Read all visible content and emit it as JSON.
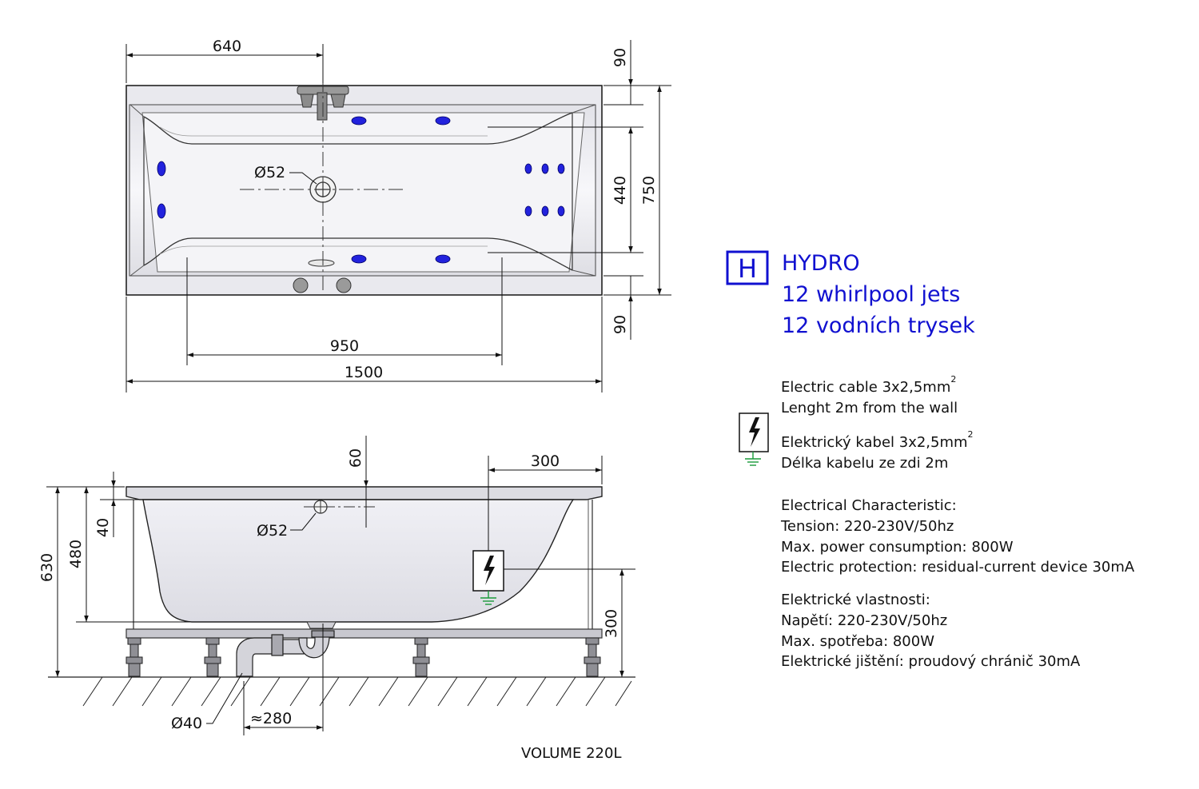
{
  "top_view": {
    "dim_640": "640",
    "dim_90_top": "90",
    "dim_440": "440",
    "dim_750": "750",
    "dim_90_bottom": "90",
    "dim_950": "950",
    "dim_1500": "1500",
    "drain_label": "Ø52"
  },
  "side_view": {
    "dim_60": "60",
    "dim_300_top": "300",
    "dim_40": "40",
    "dim_480": "480",
    "dim_630": "630",
    "dim_300_right": "300",
    "overflow_label": "Ø52",
    "pipe_label": "Ø40",
    "drain_offset_label": "≈280",
    "volume_label": "VOLUME 220L"
  },
  "hydro": {
    "badge": "H",
    "line1": "HYDRO",
    "line2": "12 whirlpool jets",
    "line3": "12 vodních trysek",
    "color": "#1010d0"
  },
  "jets_color": "#2222dd",
  "electric": {
    "cable_en": "Electric cable 3x2,5mm",
    "cable_en_sup": "2",
    "length_en": "Lenght 2m from the wall",
    "cable_cz": "Elektrický kabel 3x2,5mm",
    "cable_cz_sup": "2",
    "length_cz": "Délka kabelu ze zdi 2m"
  },
  "characteristics_en": {
    "heading": "Electrical Characteristic:",
    "tension": "Tension: 220-230V/50hz",
    "power": "Max. power consumption: 800W",
    "protection": "Electric protection: residual-current device 30mA"
  },
  "characteristics_cz": {
    "heading": "Elektrické vlastnosti:",
    "tension": "Napětí: 220-230V/50hz",
    "power": "Max. spotřeba: 800W",
    "protection": "Elektrické jištění: proudový chránič 30mA"
  }
}
